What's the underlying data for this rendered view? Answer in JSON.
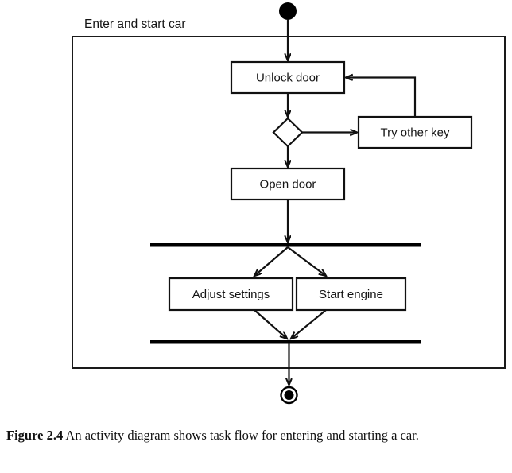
{
  "figure": {
    "caption_lead": "Figure 2.4",
    "caption_text": " An activity diagram shows task flow for entering and starting a car.",
    "caption_full": "Figure 2.4 An activity diagram shows task flow for entering and starting a car."
  },
  "diagram": {
    "type": "uml-activity-diagram",
    "frame_label": "Enter and start car",
    "colors": {
      "background": "#ffffff",
      "stroke": "#111111",
      "frame_stroke": "#1a1a1a",
      "text": "#141414",
      "bar_fill": "#000000"
    },
    "nodes": [
      {
        "id": "initial",
        "kind": "initial-node",
        "label": ""
      },
      {
        "id": "unlock-door",
        "kind": "action",
        "label": "Unlock door"
      },
      {
        "id": "decision",
        "kind": "decision",
        "label": ""
      },
      {
        "id": "try-other-key",
        "kind": "action",
        "label": "Try other key"
      },
      {
        "id": "open-door",
        "kind": "action",
        "label": "Open door"
      },
      {
        "id": "fork",
        "kind": "fork-bar",
        "label": ""
      },
      {
        "id": "adjust-settings",
        "kind": "action",
        "label": "Adjust settings"
      },
      {
        "id": "start-engine",
        "kind": "action",
        "label": "Start engine"
      },
      {
        "id": "join",
        "kind": "join-bar",
        "label": ""
      },
      {
        "id": "final",
        "kind": "final-node",
        "label": ""
      }
    ],
    "edges": [
      {
        "from": "initial",
        "to": "unlock-door",
        "label": ""
      },
      {
        "from": "unlock-door",
        "to": "decision",
        "label": ""
      },
      {
        "from": "decision",
        "to": "try-other-key",
        "label": ""
      },
      {
        "from": "try-other-key",
        "to": "unlock-door",
        "label": ""
      },
      {
        "from": "decision",
        "to": "open-door",
        "label": ""
      },
      {
        "from": "open-door",
        "to": "fork",
        "label": ""
      },
      {
        "from": "fork",
        "to": "adjust-settings",
        "label": ""
      },
      {
        "from": "fork",
        "to": "start-engine",
        "label": ""
      },
      {
        "from": "adjust-settings",
        "to": "join",
        "label": ""
      },
      {
        "from": "start-engine",
        "to": "join",
        "label": ""
      },
      {
        "from": "join",
        "to": "final",
        "label": ""
      }
    ]
  }
}
